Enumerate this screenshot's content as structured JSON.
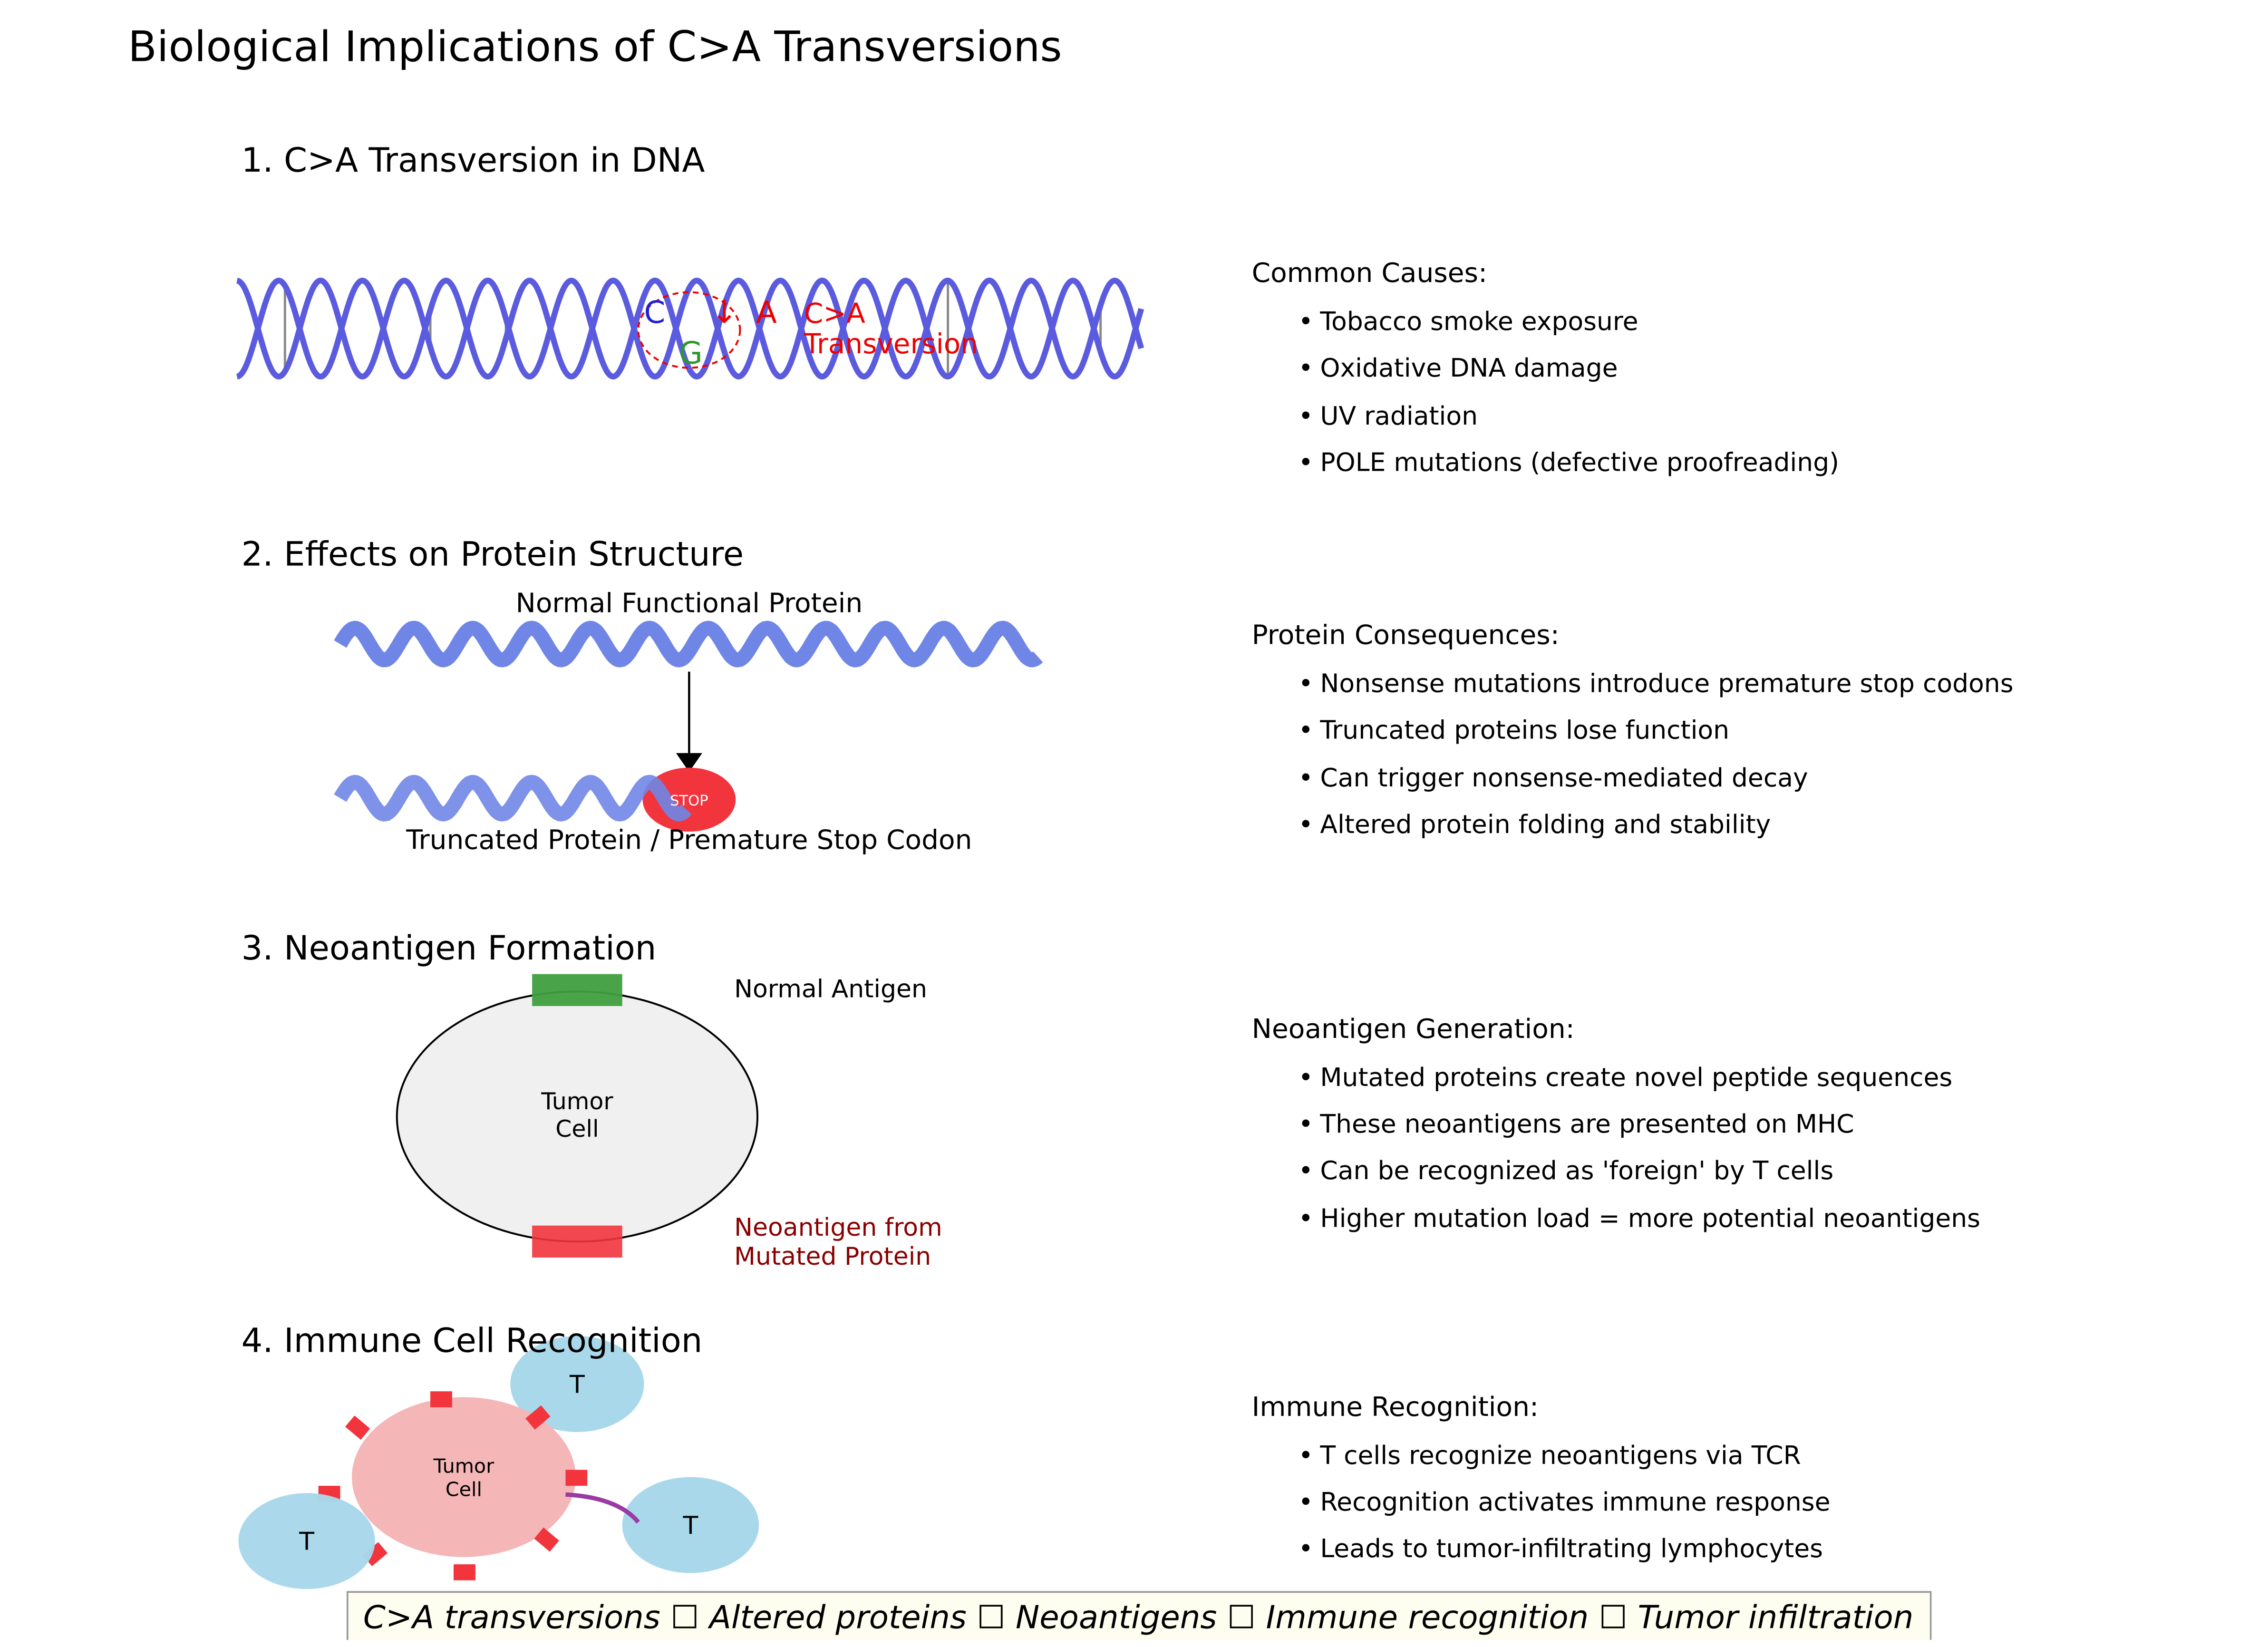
{
  "title": "Biological Implications of C>A Transversions",
  "sections": [
    {
      "heading": "1. C>A Transversion in DNA",
      "labels": {
        "c": "C",
        "g": "G",
        "a": "A",
        "arrow": "↓",
        "transversion_line1": "C>A",
        "transversion_line2": "Transversion"
      },
      "side_title": "Common Causes:",
      "bullets": [
        "Tobacco smoke exposure",
        "Oxidative DNA damage",
        "UV radiation",
        "POLE mutations (defective proofreading)"
      ]
    },
    {
      "heading": "2. Effects on Protein Structure",
      "labels": {
        "normal": "Normal Functional Protein",
        "stop": "STOP",
        "truncated": "Truncated Protein / Premature Stop Codon"
      },
      "side_title": "Protein Consequences:",
      "bullets": [
        "Nonsense mutations introduce premature stop codons",
        "Truncated proteins lose function",
        "Can trigger nonsense-mediated decay",
        "Altered protein folding and stability"
      ]
    },
    {
      "heading": "3. Neoantigen Formation",
      "labels": {
        "cell_line1": "Tumor",
        "cell_line2": "Cell",
        "normal_antigen": "Normal Antigen",
        "neo_line1": "Neoantigen from",
        "neo_line2": "Mutated Protein"
      },
      "side_title": "Neoantigen Generation:",
      "bullets": [
        "Mutated proteins create novel peptide sequences",
        "These neoantigens are presented on MHC",
        "Can be recognized as 'foreign' by T cells",
        "Higher mutation load = more potential neoantigens"
      ]
    },
    {
      "heading": "4. Immune Cell Recognition",
      "labels": {
        "cell_line1": "Tumor",
        "cell_line2": "Cell",
        "t_cell": "T"
      },
      "side_title": "Immune Recognition:",
      "bullets": [
        "T cells recognize neoantigens via TCR",
        "Recognition activates immune response",
        "Leads to tumor-infiltrating lymphocytes"
      ]
    }
  ],
  "footer": "C>A transversions ☐ Altered proteins ☐ Neoantigens ☐ Immune recognition ☐ Tumor infiltration",
  "colors": {
    "helix": "#5b5bdf",
    "protein": "#6f86e6",
    "mutation": "#ff0000",
    "normal_antigen": "#3f9f3f",
    "neoantigen_text": "#8b0000",
    "t_cell": "#a8d8ea",
    "tumor_cell_4": "#f4b6b6",
    "footer_bg": "#fdfdf0"
  }
}
